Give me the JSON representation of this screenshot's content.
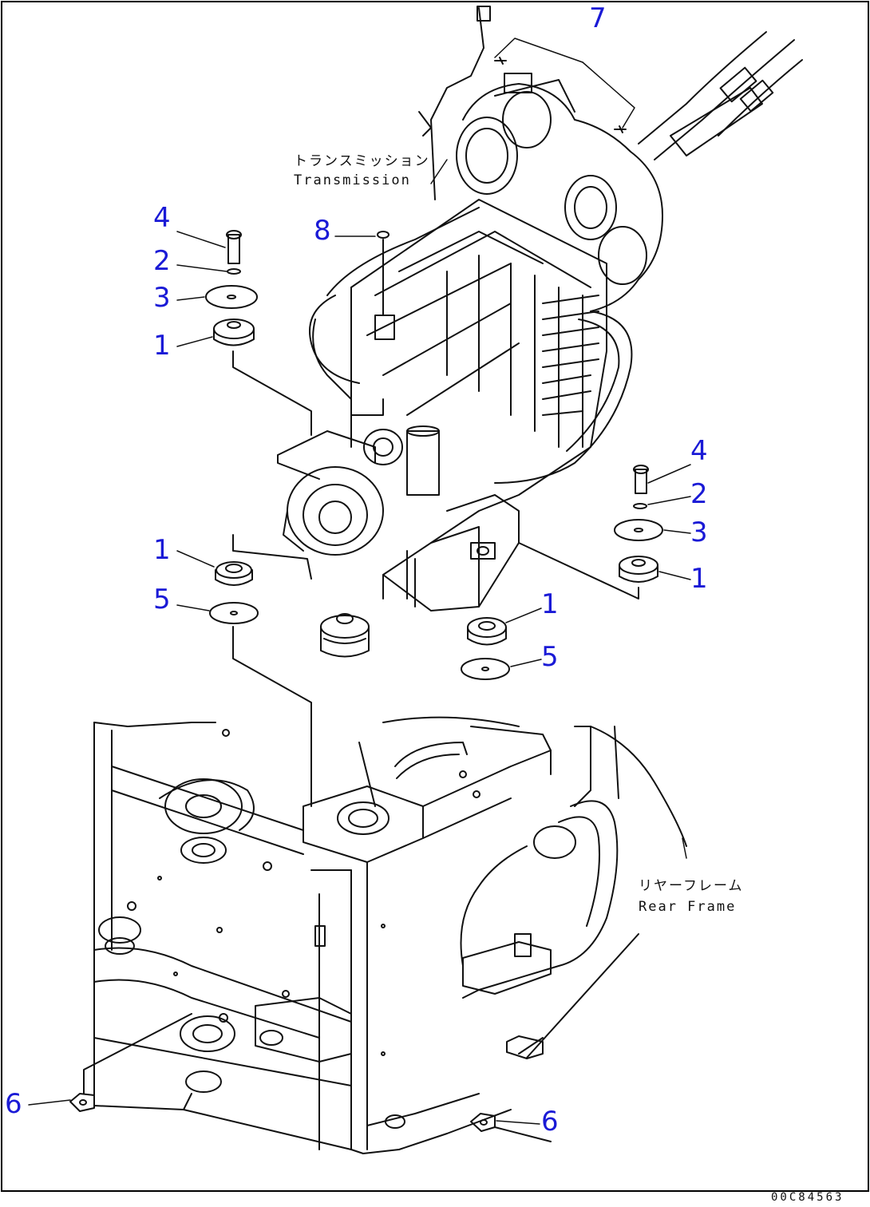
{
  "labels": {
    "transmission_jp": "トランスミッション",
    "transmission_en": "Transmission",
    "rear_frame_jp": "リヤーフレーム",
    "rear_frame_en": "Rear Frame"
  },
  "callouts": {
    "c7": "7",
    "c8": "8",
    "c4_left": "4",
    "c2_left": "2",
    "c3_left": "3",
    "c1_left_top": "1",
    "c4_right": "4",
    "c2_right": "2",
    "c3_right": "3",
    "c1_right": "1",
    "c1_left_mid": "1",
    "c5_left": "5",
    "c1_center": "1",
    "c5_center": "5",
    "c6_left": "6",
    "c6_center": "6"
  },
  "doc_id": "00C84563",
  "colors": {
    "callout": "#1a1ad6",
    "line": "#111111",
    "border": "#000000"
  }
}
